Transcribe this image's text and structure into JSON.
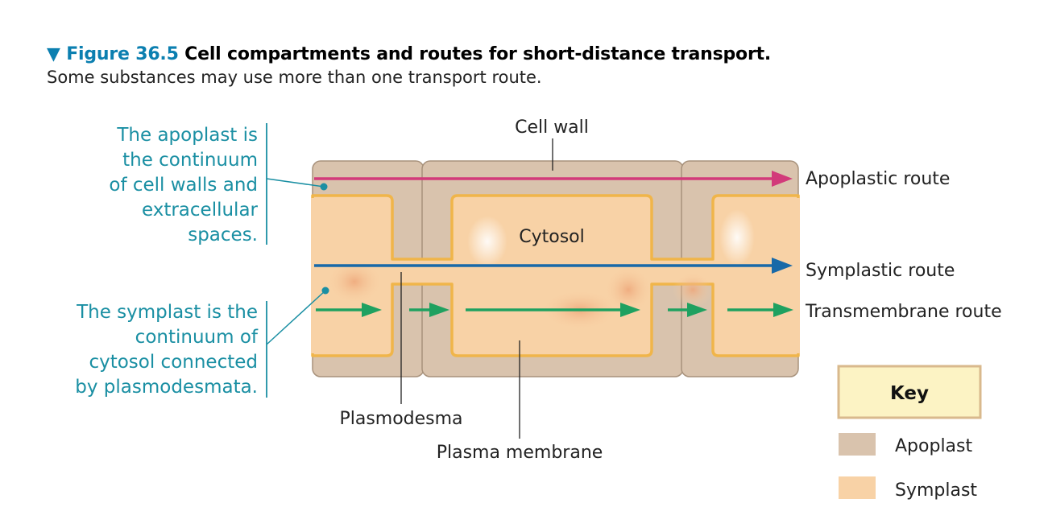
{
  "figure": {
    "marker": "▼",
    "number": "Figure 36.5",
    "title": "Cell compartments and routes for short-distance transport.",
    "subtitle": "Some substances may use more than one transport route."
  },
  "labels": {
    "cell_wall": "Cell wall",
    "cytosol": "Cytosol",
    "plasmodesma": "Plasmodesma",
    "plasma_membrane": "Plasma membrane"
  },
  "routes": {
    "apoplastic": "Apoplastic route",
    "symplastic": "Symplastic route",
    "transmembrane": "Transmembrane route"
  },
  "apoplast_note": [
    "The apoplast is",
    "the continuum",
    "of cell walls and",
    "extracellular",
    "spaces."
  ],
  "symplast_note": [
    "The symplast is the",
    "continuum of",
    "cytosol connected",
    "by plasmodesmata."
  ],
  "key": {
    "title": "Key",
    "items": [
      {
        "label": "Apoplast",
        "color": "#d9c3ad"
      },
      {
        "label": "Symplast",
        "color": "#f8d2a6"
      }
    ]
  },
  "colors": {
    "apoplast": "#d9c3ad",
    "symplast": "#f8d2a6",
    "membrane": "#f0b54a",
    "apoplastic_arrow": "#d23a7a",
    "symplastic_arrow": "#1869a8",
    "transmembrane_arrow": "#1fa160",
    "note_text": "#1a8fa3"
  }
}
